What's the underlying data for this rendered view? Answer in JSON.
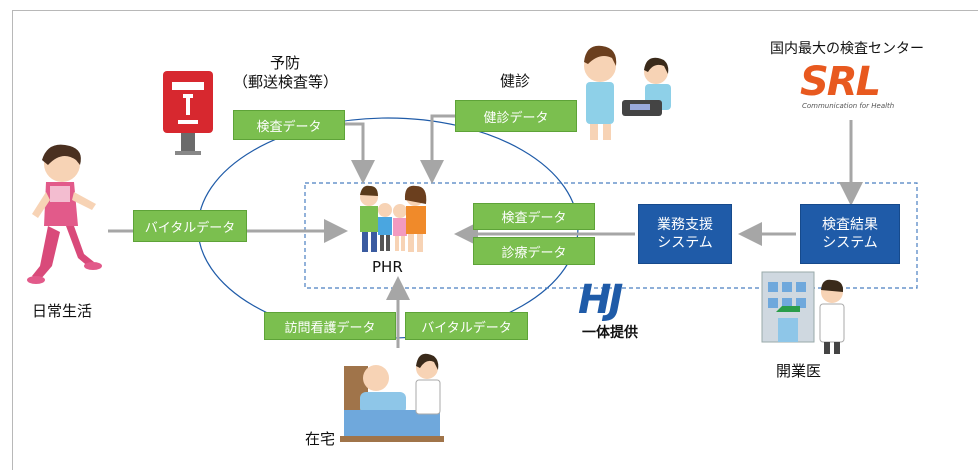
{
  "labels": {
    "prevention_line1": "予防",
    "prevention_line2": "（郵送検査等）",
    "checkup": "健診",
    "daily_life": "日常生活",
    "home": "在宅",
    "phr": "PHR",
    "clinic": "開業医",
    "lab_center": "国内最大の検査センター",
    "joint_provision": "一体提供"
  },
  "green_boxes": {
    "test_data_top": "検査データ",
    "checkup_data": "健診データ",
    "vital_data_left": "バイタルデータ",
    "test_data_right": "検査データ",
    "treatment_data": "診療データ",
    "home_nursing_data": "訪問看護データ",
    "vital_data_bottom": "バイタルデータ"
  },
  "blue_boxes": {
    "business_support_line1": "業務支援",
    "business_support_line2": "システム",
    "test_result_line1": "検査結果",
    "test_result_line2": "システム"
  },
  "logos": {
    "srl_main": "SRL",
    "srl_sub": "Communication for Health",
    "hj_main": "HJ"
  },
  "colors": {
    "green": "#7bbf4f",
    "blue": "#1f5ba8",
    "arrow": "#a6a6a6",
    "srl_orange": "#e8591f"
  }
}
